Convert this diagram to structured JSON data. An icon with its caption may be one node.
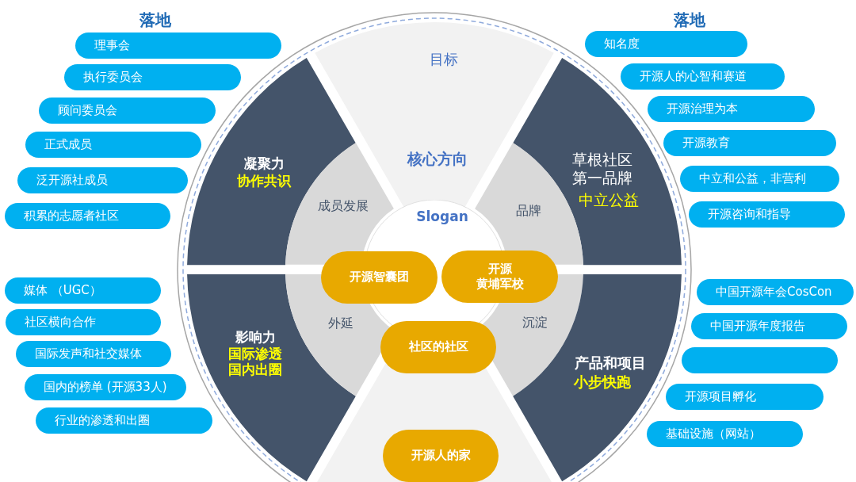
{
  "diagram": {
    "nodes": [
      {
        "text": [
          "目标",
          "核心方向"
        ]
      },
      {
        "text": [
          "凝聚力",
          "协作共识"
        ]
      },
      {
        "text": [
          "草根社区第一品牌",
          "中立公益"
        ]
      },
      {
        "text": [
          "成员发展"
        ]
      },
      {
        "text": [
          "品牌"
        ]
      },
      {
        "text": [
          "Slogan"
        ]
      },
      {
        "text": [
          "开源智囊团"
        ]
      },
      {
        "text": [
          "开源黄埔军校"
        ]
      },
      {
        "text": [
          "影响力",
          "国际渗透国内出圈"
        ]
      },
      {
        "text": [
          "外延"
        ]
      },
      {
        "text": [
          "沉淀"
        ]
      },
      {
        "text": [
          "产品和项目",
          "小步快跑"
        ]
      },
      {
        "text": [
          "社区的社区"
        ]
      },
      {
        "text": [],
        "shape": "sector"
      },
      {
        "text": [
          "开源人的家"
        ],
        "in": 13
      },
      {
        "text": [
          "理事会"
        ]
      },
      {
        "text": [
          "执行委员会"
        ]
      },
      {
        "text": [
          "顾问委员会"
        ]
      },
      {
        "text": [
          "正式成员"
        ]
      },
      {
        "text": [
          "泛开源社成员"
        ]
      },
      {
        "text": [
          "积累的志愿者社区"
        ]
      },
      {
        "text": [
          "媒体 （UGC）"
        ]
      },
      {
        "text": [
          "社区横向合作"
        ]
      },
      {
        "text": [
          "国际发声和社交媒体"
        ]
      },
      {
        "text": [
          "国内的榜单 (开源33人)"
        ]
      },
      {
        "text": [
          "行业的渗透和出圈"
        ]
      },
      {
        "text": [
          "知名度"
        ]
      },
      {
        "text": [
          "开源人的心智和赛道"
        ]
      },
      {
        "text": [
          "开源治理为本"
        ]
      },
      {
        "text": [
          "开源教育"
        ]
      },
      {
        "text": [
          "中立和公益，非营利"
        ]
      },
      {
        "text": [
          "开源咨询和指导"
        ]
      },
      {
        "text": [
          "中国开源年会CosCon"
        ]
      },
      {
        "text": [
          "中国开源年度报告"
        ]
      },
      {
        "text": [],
        "shape": "box"
      },
      {
        "text": [
          "开源项目孵化"
        ]
      },
      {
        "text": [
          "基础设施（网站）"
        ]
      }
    ],
    "labels": [
      "落地",
      "落地"
    ]
  }
}
